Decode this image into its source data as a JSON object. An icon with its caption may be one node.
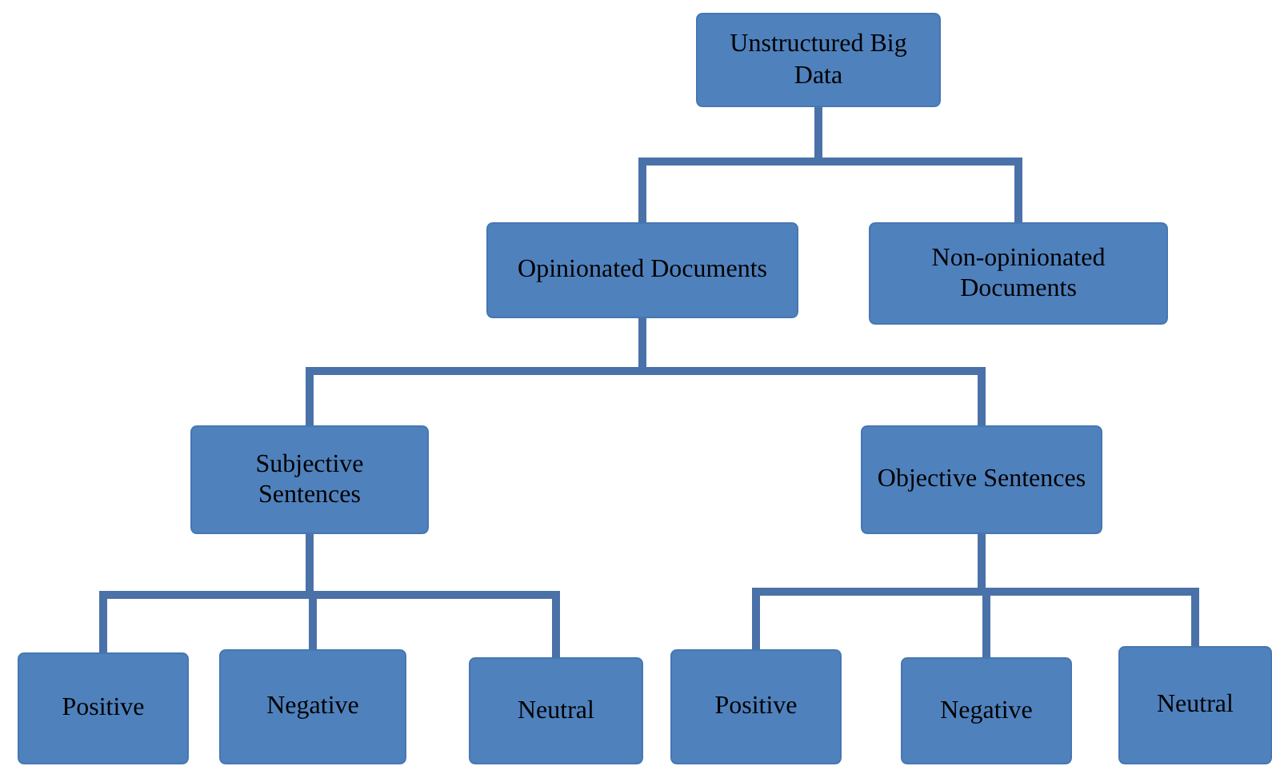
{
  "diagram": {
    "nodes": [
      {
        "text": [
          "Unstructured Big Data"
        ]
      },
      {
        "text": [
          "Opinionated Documents"
        ]
      },
      {
        "text": [
          "Non-opinionated Documents"
        ]
      },
      {
        "text": [
          "Subjective Sentences"
        ]
      },
      {
        "text": [
          "Objective Sentences"
        ]
      },
      {
        "text": [
          "Positive"
        ]
      },
      {
        "text": [
          "Negative"
        ]
      },
      {
        "text": [
          "Neutral"
        ]
      },
      {
        "text": [
          "Positive"
        ]
      },
      {
        "text": [
          "Negative"
        ]
      },
      {
        "text": [
          "Neutral"
        ]
      }
    ],
    "edges": [
      {
        "from": 0,
        "to": 1,
        "arrow": "none"
      },
      {
        "from": 0,
        "to": 2,
        "arrow": "none"
      },
      {
        "from": 1,
        "to": 3,
        "arrow": "none"
      },
      {
        "from": 1,
        "to": 4,
        "arrow": "none"
      },
      {
        "from": 3,
        "to": 5,
        "arrow": "none"
      },
      {
        "from": 3,
        "to": 6,
        "arrow": "none"
      },
      {
        "from": 3,
        "to": 7,
        "arrow": "none"
      },
      {
        "from": 4,
        "to": 8,
        "arrow": "none"
      },
      {
        "from": 4,
        "to": 9,
        "arrow": "none"
      },
      {
        "from": 4,
        "to": 10,
        "arrow": "none"
      }
    ]
  }
}
